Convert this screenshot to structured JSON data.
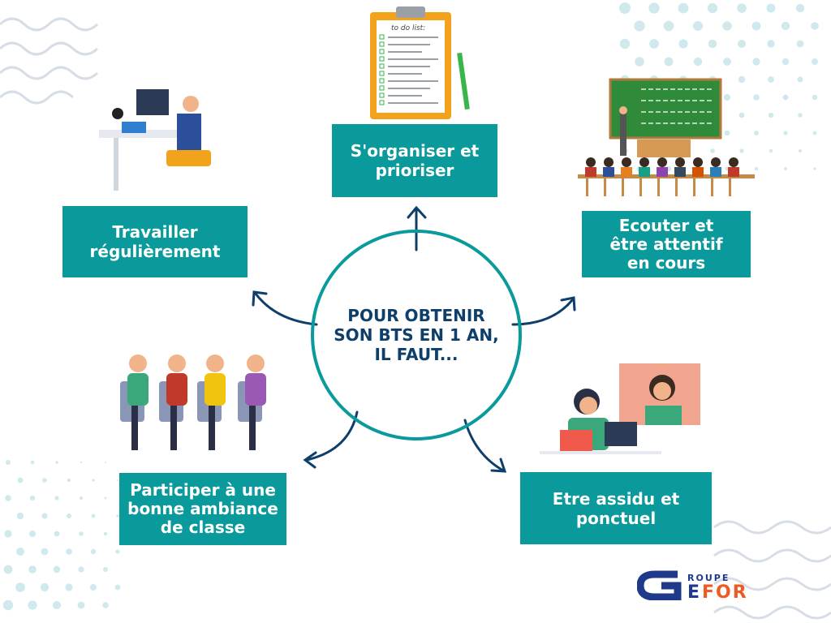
{
  "center_text": "POUR OBTENIR SON BTS EN 1 AN, IL FAUT...",
  "items": [
    {
      "label": "S'organiser et prioriser",
      "illustration": "to-do-list-clipboard"
    },
    {
      "label": "Travailler régulièrement",
      "illustration": "person-at-laptop"
    },
    {
      "label": "Ecouter et être attentif en cours",
      "illustration": "classroom-teacher"
    },
    {
      "label": "Participer à une bonne ambiance de classe",
      "illustration": "group-discussion"
    },
    {
      "label": "Etre assidu et ponctuel",
      "illustration": "students-studying"
    }
  ],
  "clipboard_title": "to do list:",
  "logo": {
    "top": "ROUPE",
    "bottom": "GEFOR"
  },
  "colors": {
    "teal": "#0a9a9c",
    "navy": "#0e3f6a",
    "pattern": "#cfe9ec",
    "logo_orange": "#f05a22"
  }
}
